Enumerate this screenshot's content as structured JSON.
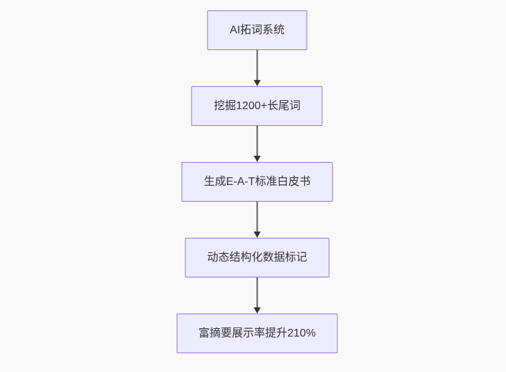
{
  "page": {
    "background_color": "#f9f9f9"
  },
  "flowchart": {
    "type": "flowchart",
    "direction": "top-down",
    "style": {
      "node_fill": "#ECECFF",
      "node_border": "#9370DB",
      "text_color": "#333333",
      "edge_color": "#333333"
    },
    "nodes": [
      {
        "id": "A",
        "label": "AI拓词系统"
      },
      {
        "id": "B",
        "label": "挖掘1200+长尾词"
      },
      {
        "id": "C",
        "label": "生成E-A-T标准白皮书"
      },
      {
        "id": "D",
        "label": "动态结构化数据标记"
      },
      {
        "id": "E",
        "label": "富摘要展示率提升210%"
      }
    ],
    "edges": [
      {
        "from": "A",
        "to": "B"
      },
      {
        "from": "B",
        "to": "C"
      },
      {
        "from": "C",
        "to": "D"
      },
      {
        "from": "D",
        "to": "E"
      }
    ]
  }
}
